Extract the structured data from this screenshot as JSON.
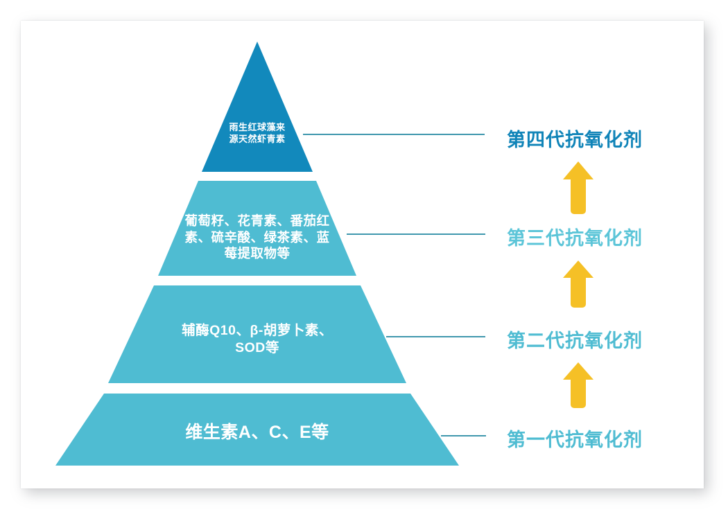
{
  "diagram": {
    "title_hidden": "",
    "colors": {
      "tier_top": "#1289bc",
      "tier_body": "#4fbcd2",
      "arrow": "#f5c026",
      "connector": "#3f97ad",
      "label_gen4": "#1084b8",
      "label_gen_other": "#4fbcd2",
      "card_background": "#ffffff",
      "page_background": "#ffffff"
    },
    "tiers": [
      {
        "level": 4,
        "position": "top",
        "content": "雨生红球藻来\n源天然虾青素",
        "fill": "#1289bc",
        "generation_label": "第四代抗氧化剂"
      },
      {
        "level": 3,
        "position": "upper-middle",
        "content": "葡萄籽、花青素、番茄红\n素、硫辛酸、绿茶素、蓝\n莓提取物等",
        "fill": "#4fbcd2",
        "generation_label": "第三代抗氧化剂"
      },
      {
        "level": 2,
        "position": "lower-middle",
        "content": "辅酶Q10、β-胡萝卜素、\nSOD等",
        "fill": "#4fbcd2",
        "generation_label": "第二代抗氧化剂"
      },
      {
        "level": 1,
        "position": "bottom",
        "content": "维生素A、C、E等",
        "fill": "#4fbcd2",
        "generation_label": "第一代抗氧化剂"
      }
    ],
    "arrows": [
      {
        "name": "arrow-gen1-to-gen2",
        "direction": "up",
        "color": "#f5c026"
      },
      {
        "name": "arrow-gen2-to-gen3",
        "direction": "up",
        "color": "#f5c026"
      },
      {
        "name": "arrow-gen3-to-gen4",
        "direction": "up",
        "color": "#f5c026"
      }
    ]
  }
}
